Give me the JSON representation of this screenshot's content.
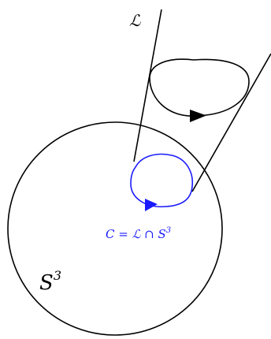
{
  "labels": {
    "line": "ℒ",
    "sphere_letter": "S",
    "sphere_exp": "3",
    "intersection_main": "C = ℒ ∩ S",
    "intersection_exp": "3"
  },
  "colors": {
    "ink": "#000000",
    "accent": "#1a1aff"
  }
}
